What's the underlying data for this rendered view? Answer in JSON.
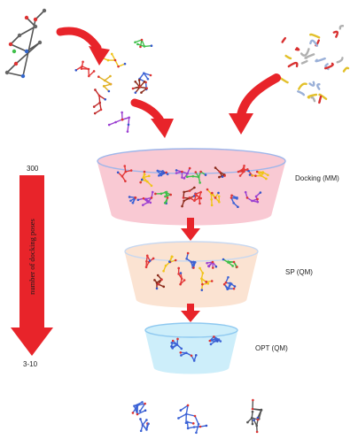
{
  "stages": [
    {
      "label": "Docking (MM)",
      "fill": "#f9c9d3",
      "rim": "#9fb6ea"
    },
    {
      "label": "SP (QM)",
      "fill": "#fbe3d2",
      "rim": "#c8d8f0"
    },
    {
      "label": "OPT (QM)",
      "fill": "#cdeefa",
      "rim": "#8fc9f0"
    }
  ],
  "pose_axis": {
    "label": "number of docking poses",
    "top_value": "300",
    "bottom_value": "3-10"
  },
  "colors": {
    "arrow_red": "#e8242a",
    "ligand_palette": [
      "#e43a3a",
      "#f0c419",
      "#3c63d6",
      "#9b3fd1",
      "#3fbf4a",
      "#8a2a1a"
    ]
  },
  "icons": [
    "ligand-molecule-icon",
    "ligand-library-icon",
    "protein-structure-icon",
    "selected-pose-icon"
  ]
}
